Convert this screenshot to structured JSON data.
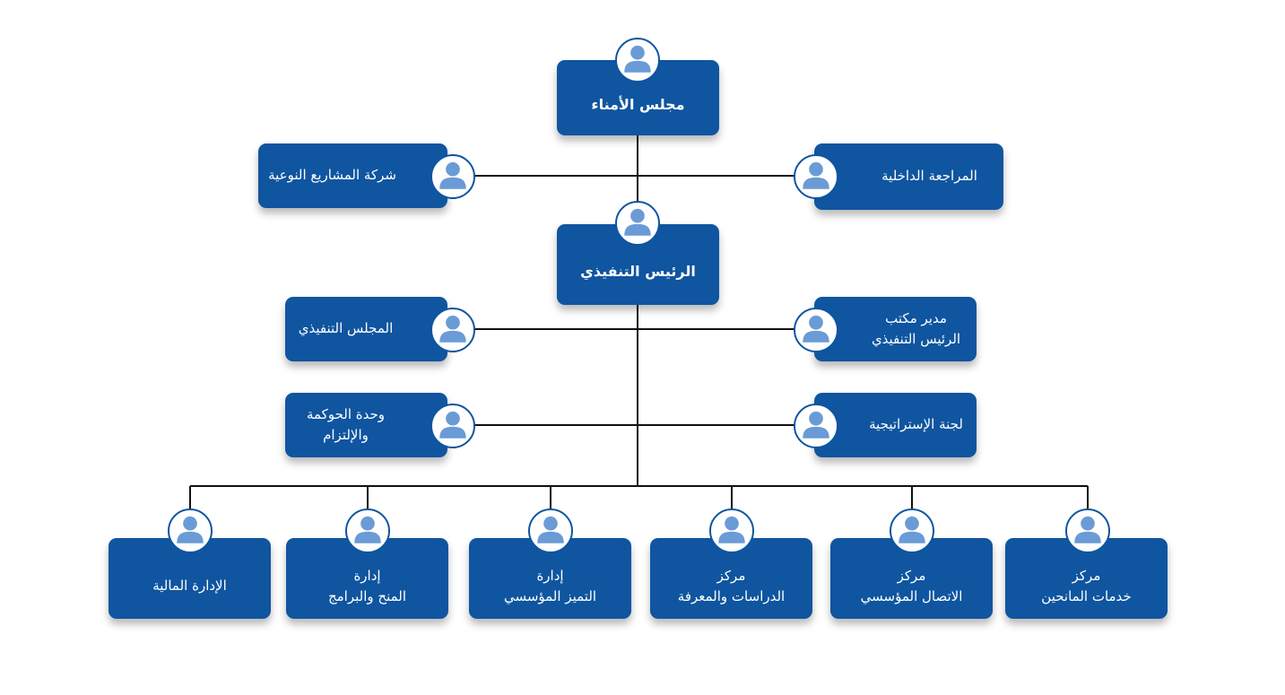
{
  "colors": {
    "box": "#0f55a0",
    "avatar_fill": "#6a9bd6",
    "line": "#111111"
  },
  "icons": {
    "person": "person-icon"
  },
  "nodes": {
    "board": "مجلس الأمناء",
    "internal_audit": "المراجعة  الداخلية",
    "projects_company": "شركة المشاريع النوعية",
    "ceo": "الرئيس التنفيذي",
    "office_manager": "مدير مكتب\nالرئيس التنفيذي",
    "executive_council": "المجلس التنفيذي",
    "strategy_committee": "لجنة الإستراتيجية",
    "governance_unit": "وحدة الحوكمة والإلتزام",
    "donor_services": "مركز\nخدمات المانحين",
    "communication_center": "مركز\nالاتصال المؤسسي",
    "studies_center": "مركز\nالدراسات والمعرفة",
    "excellence_dept": "إدارة\nالتميز المؤسسي",
    "grants_dept": "إدارة\nالمنح والبرامج",
    "finance_dept": "الإدارة المالية"
  }
}
